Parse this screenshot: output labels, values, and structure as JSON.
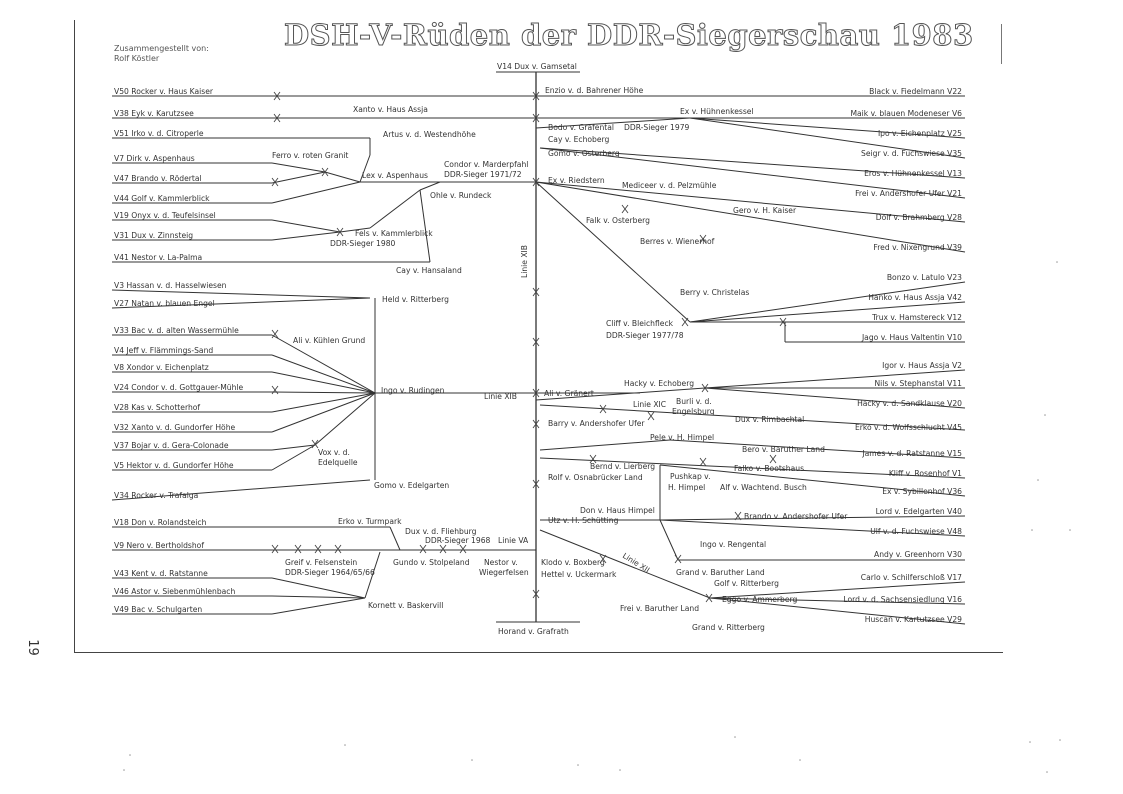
{
  "header": {
    "title": "DSH-V-Rüden der DDR-Siegerschau 1983",
    "compiled_label": "Zusammengestellt von:",
    "compiled_name": "Rolf Köstler"
  },
  "page_number": "19",
  "labels": {
    "v14": "V14 Dux v. Gamsetal",
    "horand": "Horand v. Grafrath",
    "linie_xib_v": "Linie XIB",
    "linie_xib": "Linie XIB",
    "linie_xic": "Linie XIC",
    "linie_va": "Linie VA",
    "linie_xii": "Linie XII",
    "l1": "V50 Rocker v. Haus Kaiser",
    "l2": "V38 Eyk v. Karutzsee",
    "l3": "V51 Irko v. d. Citroperle",
    "l4": "V7 Dirk v. Aspenhaus",
    "l5": "V47 Brando v. Rödertal",
    "l6": "V44 Golf v. Kammlerblick",
    "l7": "V19 Onyx v. d. Teufelsinsel",
    "l8": "V31 Dux v. Zinnsteig",
    "l9": "V41 Nestor v. La-Palma",
    "l10": "V3 Hassan v. d. Hasselwiesen",
    "l11": "V27 Natan v. blauen Engel",
    "l12": "V33 Bac v. d. alten Wassermühle",
    "l13": "V4 Jeff v. Flämmings-Sand",
    "l14": "V8 Xondor v. Eichenplatz",
    "l15": "V24 Condor v. d. Gottgauer-Mühle",
    "l16": "V28 Kas v. Schotterhof",
    "l17": "V32 Xanto v. d. Gundorfer Höhe",
    "l18": "V37 Bojar v. d. Gera-Colonade",
    "l19": "V5 Hektor v. d. Gundorfer Höhe",
    "l20": "V34 Rocker v. Trafalga",
    "l21": "V18 Don v. Rolandsteich",
    "l22": "V9 Nero v. Bertholdshof",
    "l23": "V43 Kent v. d. Ratstanne",
    "l24": "V46 Astor v. Siebenmühlenbach",
    "l25": "V49 Bac v. Schulgarten",
    "r1": "Black v. Fiedelmann V22",
    "r2": "Maik v. blauen Modeneser V6",
    "r3": "Ipo v. Eichenplatz V25",
    "r4": "Seigr v. d. Fuchswiese V35",
    "r5": "Eros v. Hühnenkessel V13",
    "r6": "Frei v. Andershofer Ufer V21",
    "r7": "Dolf v. Brahmberg V28",
    "r8": "Fred v. Nixengrund V39",
    "r9": "Bonzo v. Latulo V23",
    "r10": "Hanko v. Haus Assja V42",
    "r11": "Trux v. Hamstereck V12",
    "r12": "Jago v. Haus Valtentin V10",
    "r13": "Igor v. Haus Assja V2",
    "r14": "Nils v. Stephanstal V11",
    "r15": "Hacky v. d. Sandklause V20",
    "r16": "Erko v. d. Wolfsschlucht V45",
    "r17": "James v. d. Ratstanne V15",
    "r18": "Kliff v. Rosenhof V1",
    "r19": "Ex v. Sybillenhof V36",
    "r20": "Lord v. Edelgarten V40",
    "r21": "Ulf v. d. Fuchswiese V48",
    "r22": "Andy v. Greenhorn V30",
    "r23": "Carlo v. Schilferschloß V17",
    "r24": "Lord v. d. Sachsensiedlung V16",
    "r25": "Huscan v. Kartutzsee V29",
    "m_xanto": "Xanto v. Haus Assja",
    "m_artus": "Artus v. d. Westendhöhe",
    "m_ferro": "Ferro v. roten Granit",
    "m_lex": "Lex v. Aspenhaus",
    "m_condor": "Condor v. Marderpfahl",
    "m_condor_s": "DDR-Sieger 1971/72",
    "m_ohle": "Ohle v. Rundeck",
    "m_fels": "Fels v. Kammlerblick",
    "m_fels_s": "DDR-Sieger 1980",
    "m_cay_hans": "Cay v. Hansaland",
    "m_held": "Held v. Ritterberg",
    "m_ali_k": "Ali v. Kühlen Grund",
    "m_ingo_r": "Ingo v. Rudingen",
    "m_vox": "Vox v. d.",
    "m_vox2": "Edelquelle",
    "m_gomo_e": "Gomo v. Edelgarten",
    "m_erko_t": "Erko v. Turmpark",
    "m_dux_f": "Dux v. d. Fliehburg",
    "m_dux_f_s": "DDR-Sieger 1968",
    "m_greif": "Greif v. Felsenstein",
    "m_greif_s": "DDR-Sieger 1964/65/66",
    "m_gundo": "Gundo v. Stolpeland",
    "m_nestor": "Nestor v.",
    "m_nestor2": "Wiegerfelsen",
    "m_kornett": "Kornett v. Baskervill",
    "c_enzio": "Enzio v. d. Bahrener Höhe",
    "c_ex_h": "Ex v. Hühnenkessel",
    "c_bodo": "Bodo v. Gräfental",
    "c_bodo_s": "DDR-Sieger 1979",
    "c_cay_e": "Cay v. Echoberg",
    "c_gomo_o": "Gomo v. Osterberg",
    "c_ex_r": "Ex v. Riedstern",
    "c_medi": "Mediceer v. d. Pelzmühle",
    "c_gero": "Gero v. H. Kaiser",
    "c_falk": "Falk v. Osterberg",
    "c_berres": "Berres v. Wienerhof",
    "c_berry": "Berry v. Christelas",
    "c_cliff": "Cliff v. Bleichfleck",
    "c_cliff_s": "DDR-Sieger 1977/78",
    "c_hacky": "Hacky v. Echoberg",
    "c_ali_g": "Ali v. Gränert",
    "c_burli": "Burli v. d.",
    "c_burli2": "Engelsburg",
    "c_barry": "Barry v. Andershofer Ufer",
    "c_dux_r": "Dux v. Rimbachtal",
    "c_pele": "Pele v. H. Himpel",
    "c_bero": "Bero v. Baruther Land",
    "c_bernd": "Bernd v. Lierberg",
    "c_rolf": "Rolf v. Osnabrücker Land",
    "c_pushkap": "Pushkap v.",
    "c_pushkap2": "H. Himpel",
    "c_falko": "Falko v. Bootshaus",
    "c_alf": "Alf v. Wachtend. Busch",
    "c_don": "Don v. Haus Himpel",
    "c_utz": "Utz v. H. Schütting",
    "c_brando": "Brando v. Andershofer Ufer",
    "c_ingo_r": "Ingo v. Rengental",
    "c_klodo": "Klodo v. Boxberg",
    "c_hettel": "Hettel v. Uckermark",
    "c_grand_b": "Grand v. Baruther Land",
    "c_golf_r": "Golf v. Ritterberg",
    "c_eggo": "Eggo v. Ammerberg",
    "c_frei_b": "Frei v. Baruther Land",
    "c_grand_r": "Grand v. Ritterberg"
  }
}
